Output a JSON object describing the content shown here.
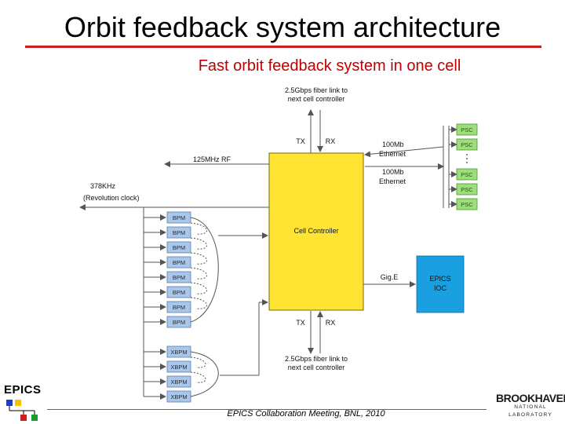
{
  "slide": {
    "title": "Orbit feedback system architecture",
    "subtitle": "Fast orbit feedback system in one cell",
    "footer": "EPICS Collaboration Meeting, BNL, 2010",
    "logo_left": "EPICS",
    "logo_right_main": "BROOKHAVEN",
    "logo_right_sub": "NATIONAL LABORATORY"
  },
  "diagram": {
    "cell_controller": "Cell Controller",
    "top_link": [
      "2.5Gbps fiber link to",
      "next cell controller"
    ],
    "bottom_link": [
      "2.5Gbps fiber link to",
      "next cell controller"
    ],
    "tx": "TX",
    "rx": "RX",
    "rf_label": "125MHz RF",
    "rev_clock": [
      "378KHz",
      "(Revolution clock)"
    ],
    "eth1": [
      "100Mb",
      "Ethernet"
    ],
    "eth2": [
      "100Mb",
      "Ethernet"
    ],
    "gige": "Gig.E",
    "ioc": [
      "EPICS",
      "IOC"
    ],
    "bpm_labels": [
      "BPM",
      "BPM",
      "BPM",
      "BPM",
      "BPM",
      "BPM",
      "BPM",
      "BPM"
    ],
    "xbpm_labels": [
      "XBPM",
      "XBPM",
      "XBPM",
      "XBPM"
    ],
    "psc_labels": [
      "PSC",
      "PSC",
      "PSC",
      "PSC",
      "PSC"
    ],
    "colors": {
      "cell_controller": "#ffe433",
      "ioc": "#1aa0e0",
      "bpm_box": "#a9c7ea",
      "psc_box": "#9edc7c",
      "title_rule": "#d01c1c",
      "subtitle": "#c00000"
    }
  }
}
